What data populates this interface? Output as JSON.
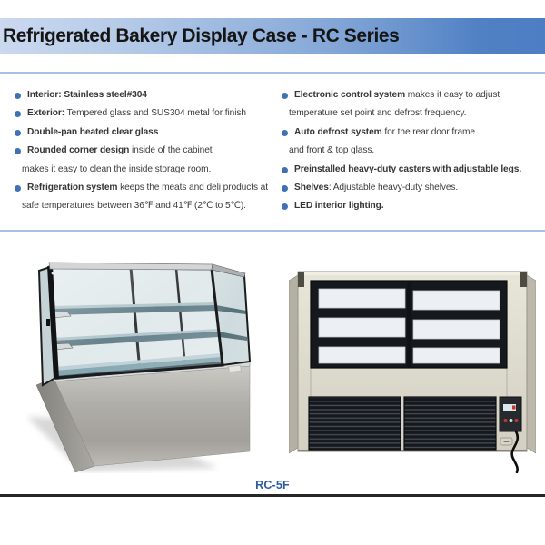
{
  "header": {
    "title": "Refrigerated Bakery Display Case - RC Series"
  },
  "features": {
    "left": [
      {
        "bold": "Interior: Stainless steel#304",
        "rest": ""
      },
      {
        "bold": "Exterior:",
        "rest": "  Tempered glass and SUS304 metal for finish"
      },
      {
        "bold": "Double-pan heated clear glass",
        "rest": ""
      },
      {
        "bold": "Rounded corner design",
        "rest": " inside of the cabinet\nmakes it easy to clean the inside storage room."
      },
      {
        "bold": "Refrigeration system",
        "rest": " keeps the meats and deli products at\nsafe temperatures between 36℉ and 41℉ (2℃ to 5℃)."
      }
    ],
    "right": [
      {
        "bold": "Electronic control system",
        "rest": " makes it easy to adjust\ntemperature set point and defrost frequency."
      },
      {
        "bold": "Auto defrost system",
        "rest": " for the rear door frame\nand front & top glass."
      },
      {
        "bold": "Preinstalled heavy-duty casters with adjustable legs.",
        "rest": ""
      },
      {
        "bold": "Shelves",
        "rest": ": Adjustable heavy-duty shelves."
      },
      {
        "bold": "LED interior lighting.",
        "rest": ""
      }
    ]
  },
  "caption": {
    "model": "RC-5F"
  },
  "icons": {
    "bullet": "filled-circle",
    "left_product_image": "display-case-front-perspective",
    "right_product_image": "display-case-rear-view"
  },
  "colors": {
    "banner_gradient_start": "#cbd9ef",
    "banner_gradient_end": "#4d7ec4",
    "bullet_dot": "#3f72b5",
    "body_text": "#3c3c3c",
    "caption_text": "#2c5c9c",
    "divider_light": "#a6c0dd",
    "divider_dark": "#262626"
  }
}
